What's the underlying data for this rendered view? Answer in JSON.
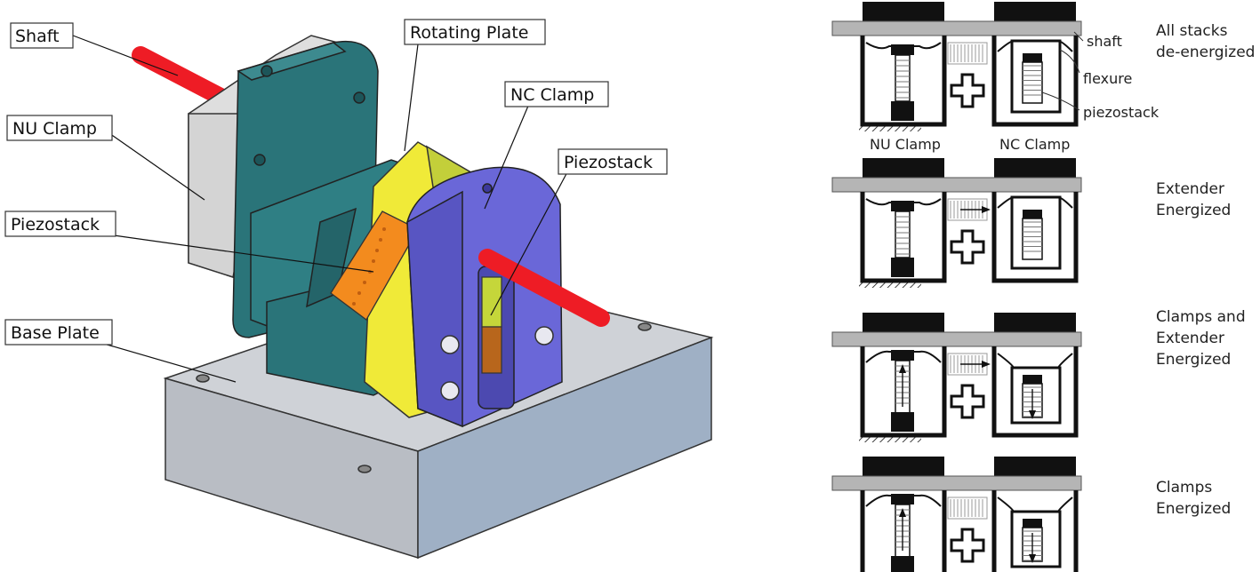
{
  "assembly": {
    "labels": {
      "shaft": "Shaft",
      "rotating_plate": "Rotating Plate",
      "nu_clamp": "NU Clamp",
      "nc_clamp": "NC Clamp",
      "piezostack_left": "Piezostack",
      "piezostack_right": "Piezostack",
      "base_plate": "Base Plate"
    }
  },
  "schematic": {
    "parts": {
      "shaft": "shaft",
      "flexure": "flexure",
      "piezostack": "piezostack",
      "nu_clamp": "NU Clamp",
      "nc_clamp": "NC Clamp"
    },
    "states": [
      {
        "line1": "All stacks",
        "line2": "de-energized",
        "line3": ""
      },
      {
        "line1": "Extender",
        "line2": "Energized",
        "line3": ""
      },
      {
        "line1": "Clamps and",
        "line2": "Extender",
        "line3": "Energized"
      },
      {
        "line1": "Clamps",
        "line2": "Energized",
        "line3": ""
      }
    ]
  },
  "colors": {
    "shaft_red": "#ee1c25",
    "teal": "#2a7479",
    "blue": "#6a67d8",
    "yellow": "#f0ea38",
    "orange": "#f38b1e",
    "grey_plate": "#c8ccd2",
    "light_grey": "#dcdcdc",
    "black": "#111111"
  }
}
